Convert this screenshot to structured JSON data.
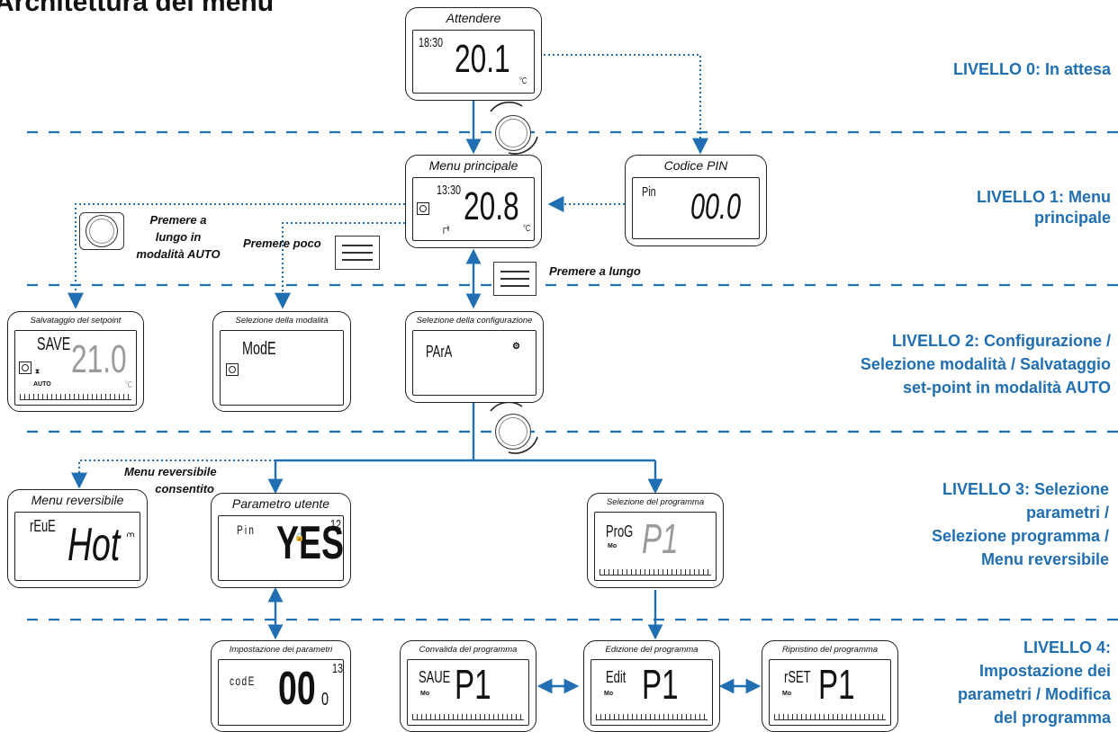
{
  "title": "Architettura del menu",
  "levels": {
    "l0": [
      "LIVELLO 0: In attesa"
    ],
    "l1": [
      "LIVELLO 1: Menu",
      "principale"
    ],
    "l2": [
      "LIVELLO 2: Configurazione /",
      "Selezione modalità / Salvataggio",
      "set-point in modalità AUTO"
    ],
    "l3": [
      "LIVELLO 3: Selezione",
      "parametri /",
      "Selezione programma /",
      "Menu reversibile"
    ],
    "l4": [
      "LIVELLO 4:",
      "Impostazione dei",
      "parametri / Modifica",
      "del programma"
    ]
  },
  "screens": {
    "attendere": {
      "caption": "Attendere",
      "time": "18:30",
      "temp": "20.1",
      "unit": "°C"
    },
    "menu_principale": {
      "caption": "Menu principale",
      "time": "13:30",
      "temp": "20.8",
      "unit": "°C"
    },
    "codice_pin": {
      "caption": "Codice PIN",
      "label": "Pin",
      "value": "00.0"
    },
    "setpoint": {
      "caption": "Salvataggio del setpoint",
      "label": "SAVE",
      "temp": "21.0",
      "unit": "°C",
      "mode": "AUTO"
    },
    "modalita": {
      "caption": "Selezione della modalità",
      "label": "ModE"
    },
    "configurazione": {
      "caption": "Selezione della configurazione",
      "label": "PArA"
    },
    "reversibile": {
      "caption": "Menu reversibile",
      "label": "rEuE",
      "value": "Hot"
    },
    "utente": {
      "caption": "Parametro utente",
      "label": "Pin",
      "value": "YES",
      "num": "12"
    },
    "programma": {
      "caption": "Selezione del programma",
      "label": "ProG",
      "day": "Mo",
      "value": "P1"
    },
    "parametri": {
      "caption": "Impostazione dei parametri",
      "label": "codE",
      "value": "00",
      "sub": "0",
      "num": "13"
    },
    "convalida": {
      "caption": "Convalida del programma",
      "label": "SAUE",
      "day": "Mo",
      "value": "P1"
    },
    "edizione": {
      "caption": "Edizione del programma",
      "label": "Edit",
      "day": "Mo",
      "value": "P1"
    },
    "ripristino": {
      "caption": "Ripristino del programma",
      "label": "rSET",
      "day": "Mo",
      "value": "P1"
    }
  },
  "annotations": {
    "premere_lungo_auto": [
      "Premere a",
      "lungo in",
      "modalità AUTO"
    ],
    "premere_poco": "Premere poco",
    "premere_lungo": "Premere a lungo",
    "menu_reversibile": [
      "Menu reversibile",
      "consentito"
    ]
  },
  "colors": {
    "accent": "#1f6fb2",
    "line": "#1f6fb2",
    "dashed": "#1f6fb2"
  }
}
